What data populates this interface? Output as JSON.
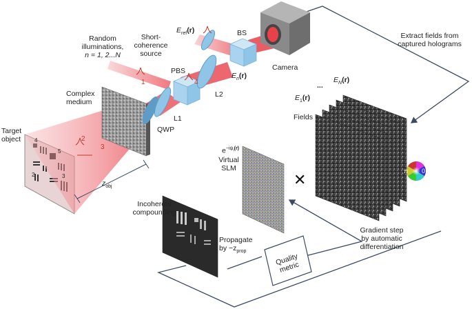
{
  "labels": {
    "random_illum_1": "Random",
    "random_illum_2": "illuminations,",
    "random_illum_3": "n = 1, 2...N",
    "short_coh_1": "Short-",
    "short_coh_2": "coherence",
    "short_coh_3": "source",
    "complex_medium_1": "Complex",
    "complex_medium_2": "medium",
    "target_object_1": "Target",
    "target_object_2": "object",
    "pbs": "PBS",
    "bs": "BS",
    "l1": "L1",
    "l2": "L2",
    "qwp": "QWP",
    "camera": "Camera",
    "e_ref": "E",
    "e_ref_sub": "ref",
    "e_ref_arg": "(r)",
    "e_n": "E",
    "e_n_sub": "n",
    "e_n_arg": "(r)",
    "z_obj": "z",
    "z_obj_sub": "obj",
    "extract_1": "Extract fields from",
    "extract_2": "captured holograms",
    "e1": "E",
    "e1_sub": "1",
    "e1_arg": "(r)",
    "eN": "E",
    "eN_sub": "N",
    "eN_arg": "(r)",
    "ellipsis": "...",
    "fields": "Fields",
    "phase_pi": "π",
    "phase_zero": "0",
    "virtual_slm_exp": "e",
    "virtual_slm_exp_sup": "−iψ",
    "virtual_slm_exp_sup_sub": "l",
    "virtual_slm_exp_sup_arg": "(r)",
    "virtual_slm_1": "Virtual",
    "virtual_slm_2": "SLM",
    "times": "✕",
    "incoherent_1": "Incoherent",
    "incoherent_2": "compounding",
    "propagate_1": "Propagate",
    "propagate_2": "by −z",
    "propagate_sub": "prop",
    "gradient_1": "Gradient step",
    "gradient_2": "by automatic",
    "gradient_3": "differentiation",
    "quality_1": "Quality",
    "quality_2": "metric",
    "beam_num_1": "1",
    "beam_num_2": "2",
    "beam_num_3": "3",
    "beam_num_4": "4",
    "target_num_4": "4",
    "target_num_5": "5",
    "target_num_2": "2",
    "target_num_3": "3"
  },
  "colors": {
    "beam": "#e8414a",
    "beam_light": "#f6b9bd",
    "optics": "#8fc6e8",
    "optics_dark": "#5e9cc8",
    "camera_body": "#8a8a8a",
    "arrow_line": "#3b4a63",
    "pulse": "#c0392b"
  }
}
